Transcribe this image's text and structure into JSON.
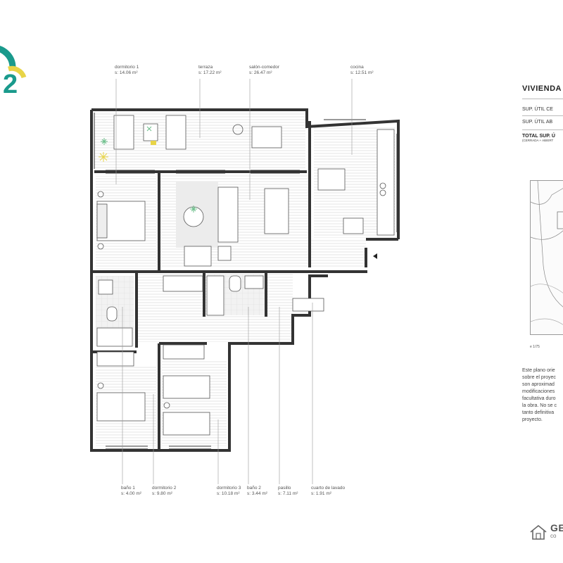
{
  "logo": {
    "number": "2",
    "colors": {
      "teal": "#1a9a8c",
      "yellow": "#e8d447"
    }
  },
  "rooms_top": [
    {
      "id": "dormitorio1",
      "name": "dormitorio 1",
      "area": "s: 14.06 m²"
    },
    {
      "id": "terraza",
      "name": "terraza",
      "area": "s: 17.22 m²"
    },
    {
      "id": "salon",
      "name": "salón-comedor",
      "area": "s: 26.47 m²"
    },
    {
      "id": "cocina",
      "name": "cocina",
      "area": "s: 12.51 m²"
    }
  ],
  "rooms_bottom": [
    {
      "id": "bano1",
      "name": "baño 1",
      "area": "s: 4.00 m²"
    },
    {
      "id": "dormitorio2",
      "name": "dormitorio 2",
      "area": "s: 9.80 m²"
    },
    {
      "id": "dormitorio3",
      "name": "dormitorio 3",
      "area": "s: 10.18 m²"
    },
    {
      "id": "bano2",
      "name": "baño 2",
      "area": "s: 3.44 m²"
    },
    {
      "id": "pasillo",
      "name": "pasillo",
      "area": "s: 7.11 m²"
    },
    {
      "id": "lavado",
      "name": "cuarto de lavado",
      "area": "s: 1.91 m²"
    }
  ],
  "panel": {
    "title": "VIVIENDA",
    "rows": [
      "SUP.   ÚTIL CE",
      "SUP.   ÚTIL AB"
    ],
    "total": "TOTAL SUP. Ú",
    "total_sub": "(CERRADA + ABIERT",
    "scale": "e 1/75",
    "note_lines": [
      "Este plano orie",
      "sobre el proyec",
      "son aproximad",
      "modificaciones",
      "facultativa duro",
      "la obra. No se c",
      "tanto definitiva",
      "proyecto."
    ]
  },
  "brand": {
    "line1": "GE",
    "line2": "co"
  }
}
